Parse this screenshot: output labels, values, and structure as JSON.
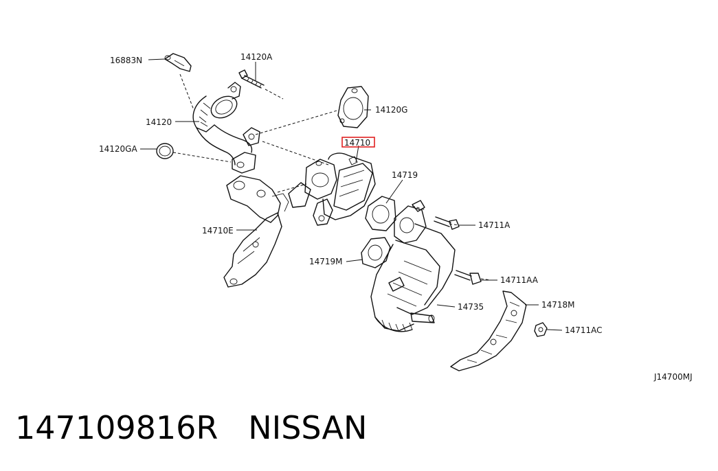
{
  "labels": {
    "p16883N": "16883N",
    "p14120A": "14120A",
    "p14120": "14120",
    "p14120G": "14120G",
    "p14120GA": "14120GA",
    "p14710": "14710",
    "p14719": "14719",
    "p14710E": "14710E",
    "p14711A": "14711A",
    "p14719M": "14719M",
    "p14711AA": "14711AA",
    "p14735": "14735",
    "p14718M": "14718M",
    "p14711AC": "14711AC"
  },
  "highlight_color": "#e02020",
  "reference_code": "J14700MJ",
  "caption": {
    "part_number": "147109816R",
    "brand": "NISSAN"
  }
}
